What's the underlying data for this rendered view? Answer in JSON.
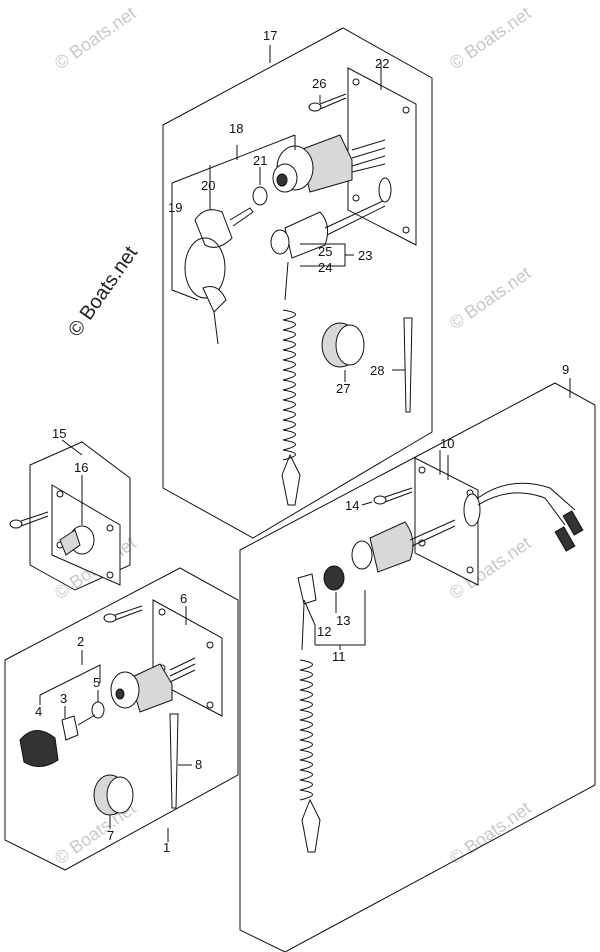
{
  "watermark": {
    "main": "© Boats.net",
    "faint": "© Boats.net"
  },
  "labels": {
    "p1": "1",
    "p2": "2",
    "p3": "3",
    "p4": "4",
    "p5": "5",
    "p6": "6",
    "p7": "7",
    "p8": "8",
    "p9": "9",
    "p10": "10",
    "p11": "11",
    "p12": "12",
    "p13": "13",
    "p14": "14",
    "p15": "15",
    "p16": "16",
    "p17": "17",
    "p18": "18",
    "p19": "19",
    "p20": "20",
    "p21": "21",
    "p22": "22",
    "p23": "23",
    "p24": "24",
    "p25": "25",
    "p26": "26",
    "p27": "27",
    "p28": "28"
  }
}
